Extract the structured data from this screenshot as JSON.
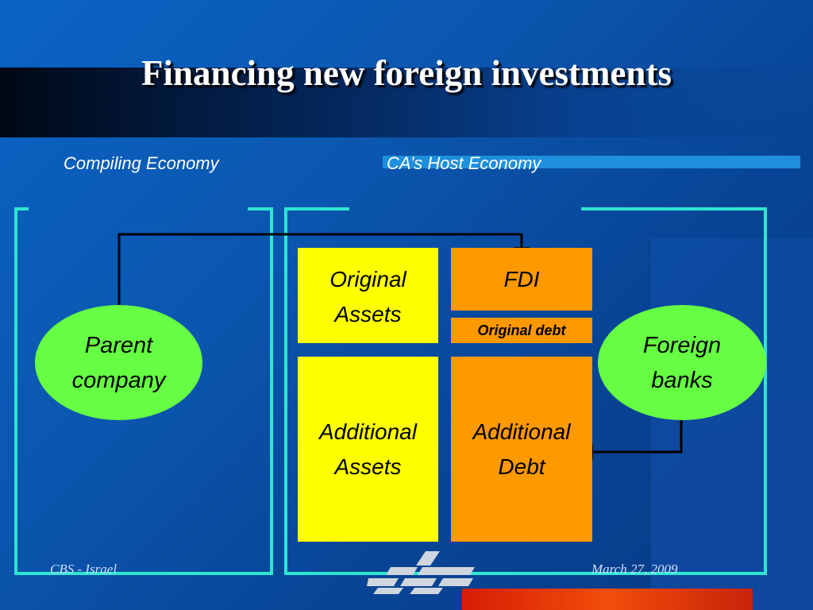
{
  "slide": {
    "title": "Financing new foreign investments",
    "headers": {
      "left": "Compiling Economy",
      "right": "CA’s Host Economy"
    },
    "boxes": {
      "original_assets": [
        "Original",
        "Assets"
      ],
      "fdi": "FDI",
      "original_debt": "Original debt",
      "additional_assets": [
        "Additional",
        "Assets"
      ],
      "additional_debt": [
        "Additional",
        "Debt"
      ]
    },
    "entities": {
      "parent_company": [
        "Parent",
        "company"
      ],
      "foreign_banks": [
        "Foreign",
        "banks"
      ]
    },
    "footer": {
      "left": "CBS - Israel",
      "right": "March 27, 2009"
    },
    "colors": {
      "background": "#0b57b0",
      "frame": "#2ee6d0",
      "assets_box": "#ffff00",
      "liabilities_box": "#ff9900",
      "entity_ellipse": "#66ff44",
      "accent_bar": "#1e8fdc",
      "bottom_bar": "#f24d0a"
    }
  }
}
